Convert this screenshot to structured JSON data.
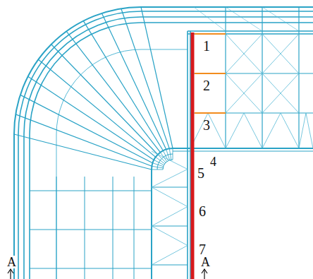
{
  "diagram": {
    "labels": [
      "1",
      "2",
      "3",
      "4",
      "5",
      "6",
      "7",
      "A",
      "A"
    ]
  }
}
